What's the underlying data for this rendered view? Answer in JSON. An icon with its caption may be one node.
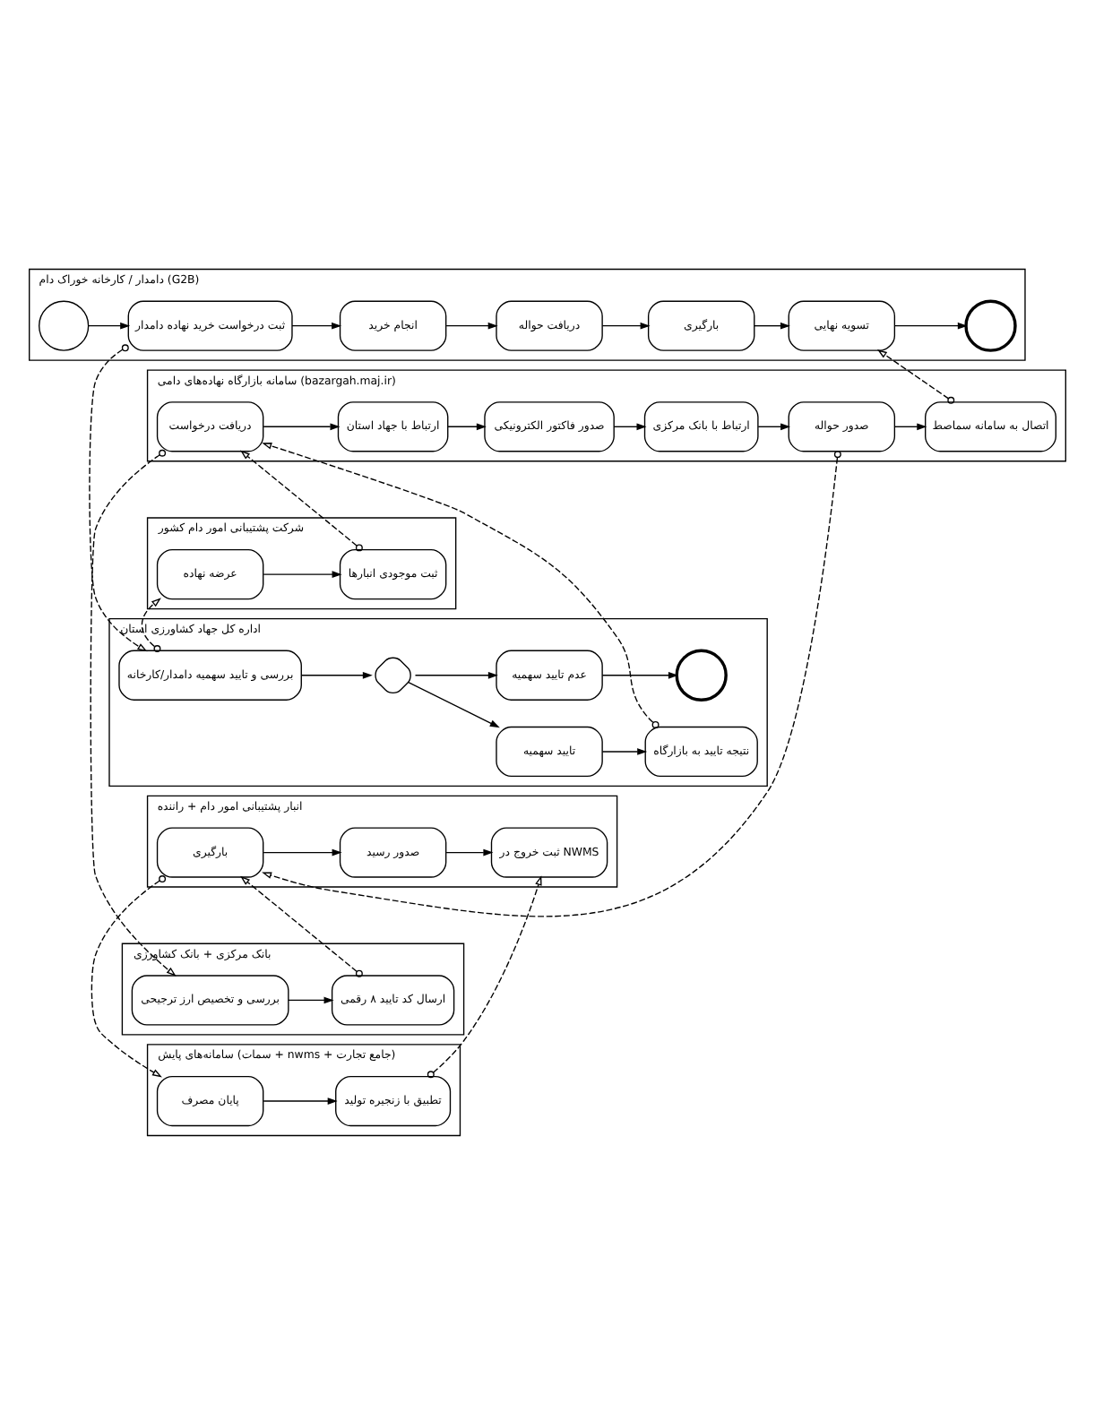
{
  "diagram": {
    "nodes": [
      {
        "text": [
          "دامدار / کارخانه خوراک دام (G2B)"
        ]
      },
      {
        "text": [],
        "shape": "circle",
        "in": 0
      },
      {
        "text": [
          "ثبت درخواست خرید نهاده دامدار"
        ],
        "in": 0
      },
      {
        "text": [
          "انجام خرید"
        ],
        "in": 0
      },
      {
        "text": [
          "دریافت حواله"
        ],
        "in": 0
      },
      {
        "text": [
          "بارگیری"
        ],
        "in": 0
      },
      {
        "text": [
          "تسویه نهایی"
        ],
        "in": 0
      },
      {
        "text": [],
        "shape": "circle",
        "in": 0
      },
      {
        "text": [
          "اداره کل جهاد کشاورزی استان"
        ]
      },
      {
        "text": [
          "بررسی و تایید سهمیه دامدار/کارخانه"
        ],
        "in": 8
      },
      {
        "text": [],
        "shape": "diamond",
        "in": 8
      },
      {
        "text": [
          "تایید سهمیه"
        ],
        "in": 8
      },
      {
        "text": [
          "نتیجه تایید به بازارگاه"
        ],
        "in": 8
      },
      {
        "text": [
          "عدم تایید سهمیه"
        ],
        "in": 8
      },
      {
        "text": [],
        "shape": "circle",
        "in": 8
      },
      {
        "text": [
          "شرکت پشتیبانی امور دام کشور"
        ]
      },
      {
        "text": [
          "عرضه نهاده"
        ],
        "in": 15
      },
      {
        "text": [
          "ثبت موجودی انبارها"
        ],
        "in": 15
      },
      {
        "text": [
          "سامانه بازارگاه نهاده‌های دامی (bazargah.maj.ir)"
        ]
      },
      {
        "text": [
          "دریافت درخواست"
        ],
        "in": 18
      },
      {
        "text": [
          "ارتباط با جهاد استان"
        ],
        "in": 18
      },
      {
        "text": [
          "صدور فاکتور الکترونیکی"
        ],
        "in": 18
      },
      {
        "text": [
          "ارتباط با بانک مرکزی"
        ],
        "in": 18
      },
      {
        "text": [
          "صدور حواله"
        ],
        "in": 18
      },
      {
        "text": [
          "اتصال به سامانه سماصط"
        ],
        "in": 18
      },
      {
        "text": [
          "بانک مرکزی + بانک کشاورزی"
        ]
      },
      {
        "text": [
          "بررسی و تخصیص ارز ترجیحی"
        ],
        "in": 25
      },
      {
        "text": [
          "ارسال کد تایید ۸ رقمی"
        ],
        "in": 25
      },
      {
        "text": [
          "انبار پشتیبانی امور دام + راننده"
        ]
      },
      {
        "text": [
          "بارگیری"
        ],
        "in": 28
      },
      {
        "text": [
          "صدور رسید"
        ],
        "in": 28
      },
      {
        "text": [
          "ثبت خروج در NWMS"
        ],
        "in": 28
      },
      {
        "text": [
          "سامانه‌های پایش (سمات + nwms + جامع تجارت)"
        ]
      },
      {
        "text": [
          "پایان مصرف"
        ],
        "in": 32
      },
      {
        "text": [
          "تطبیق با زنجیره تولید"
        ],
        "in": 32
      }
    ],
    "edges": [
      {
        "from": 1,
        "to": 2,
        "arrow": "to"
      },
      {
        "from": 2,
        "to": 3,
        "arrow": "to"
      },
      {
        "from": 3,
        "to": 4,
        "arrow": "to"
      },
      {
        "from": 4,
        "to": 5,
        "arrow": "to"
      },
      {
        "from": 5,
        "to": 6,
        "arrow": "to"
      },
      {
        "from": 6,
        "to": 7,
        "arrow": "to"
      },
      {
        "from": 9,
        "to": 10,
        "arrow": "to"
      },
      {
        "from": 10,
        "to": 11,
        "arrow": "to"
      },
      {
        "from": 11,
        "to": 12,
        "arrow": "to"
      },
      {
        "from": 10,
        "to": 13,
        "arrow": "to"
      },
      {
        "from": 13,
        "to": 14,
        "arrow": "to"
      },
      {
        "from": 16,
        "to": 17,
        "arrow": "to"
      },
      {
        "from": 19,
        "to": 20,
        "arrow": "to"
      },
      {
        "from": 20,
        "to": 21,
        "arrow": "to"
      },
      {
        "from": 21,
        "to": 22,
        "arrow": "to"
      },
      {
        "from": 22,
        "to": 23,
        "arrow": "to"
      },
      {
        "from": 23,
        "to": 24,
        "arrow": "to"
      },
      {
        "from": 26,
        "to": 27,
        "arrow": "to"
      },
      {
        "from": 29,
        "to": 30,
        "arrow": "to"
      },
      {
        "from": 30,
        "to": 31,
        "arrow": "to"
      },
      {
        "from": 33,
        "to": 34,
        "arrow": "to"
      },
      {
        "from": 2,
        "to": 9,
        "arrow": "to",
        "style": "dashed"
      },
      {
        "from": 9,
        "to": 16,
        "arrow": "to",
        "style": "dashed"
      },
      {
        "from": 12,
        "to": 19,
        "arrow": "to",
        "style": "dashed"
      },
      {
        "from": 17,
        "to": 19,
        "arrow": "to",
        "style": "dashed"
      },
      {
        "from": 24,
        "to": 6,
        "arrow": "to",
        "style": "dashed"
      },
      {
        "from": 19,
        "to": 26,
        "arrow": "to",
        "style": "dashed"
      },
      {
        "from": 27,
        "to": 29,
        "arrow": "to",
        "style": "dashed"
      },
      {
        "from": 23,
        "to": 29,
        "arrow": "to",
        "style": "dashed"
      },
      {
        "from": 29,
        "to": 33,
        "arrow": "to",
        "style": "dashed"
      },
      {
        "from": 34,
        "to": 31,
        "arrow": "to",
        "style": "dashed"
      }
    ]
  }
}
